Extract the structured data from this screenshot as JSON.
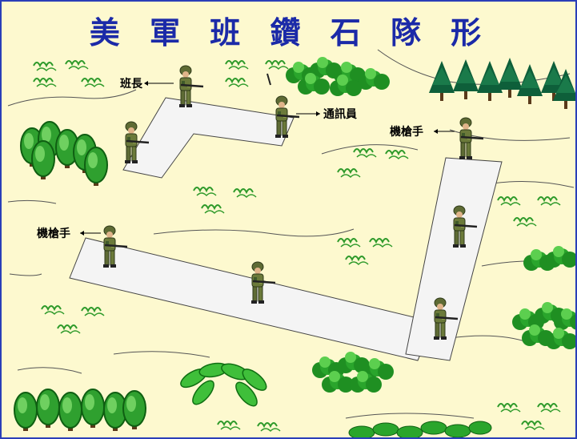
{
  "title": "美 軍 班 鑽 石 隊 形",
  "labels": {
    "squad_leader": "班長",
    "radio_operator": "通訊員",
    "machine_gunner_right": "機槍手",
    "machine_gunner_left": "機槍手"
  },
  "colors": {
    "background": "#fdf9cf",
    "title": "#1b2aa8",
    "border": "#2a3fb8",
    "path": "#f4f4f4",
    "foliage": "#1f9a2a",
    "uniform": "#6b7a3a"
  }
}
